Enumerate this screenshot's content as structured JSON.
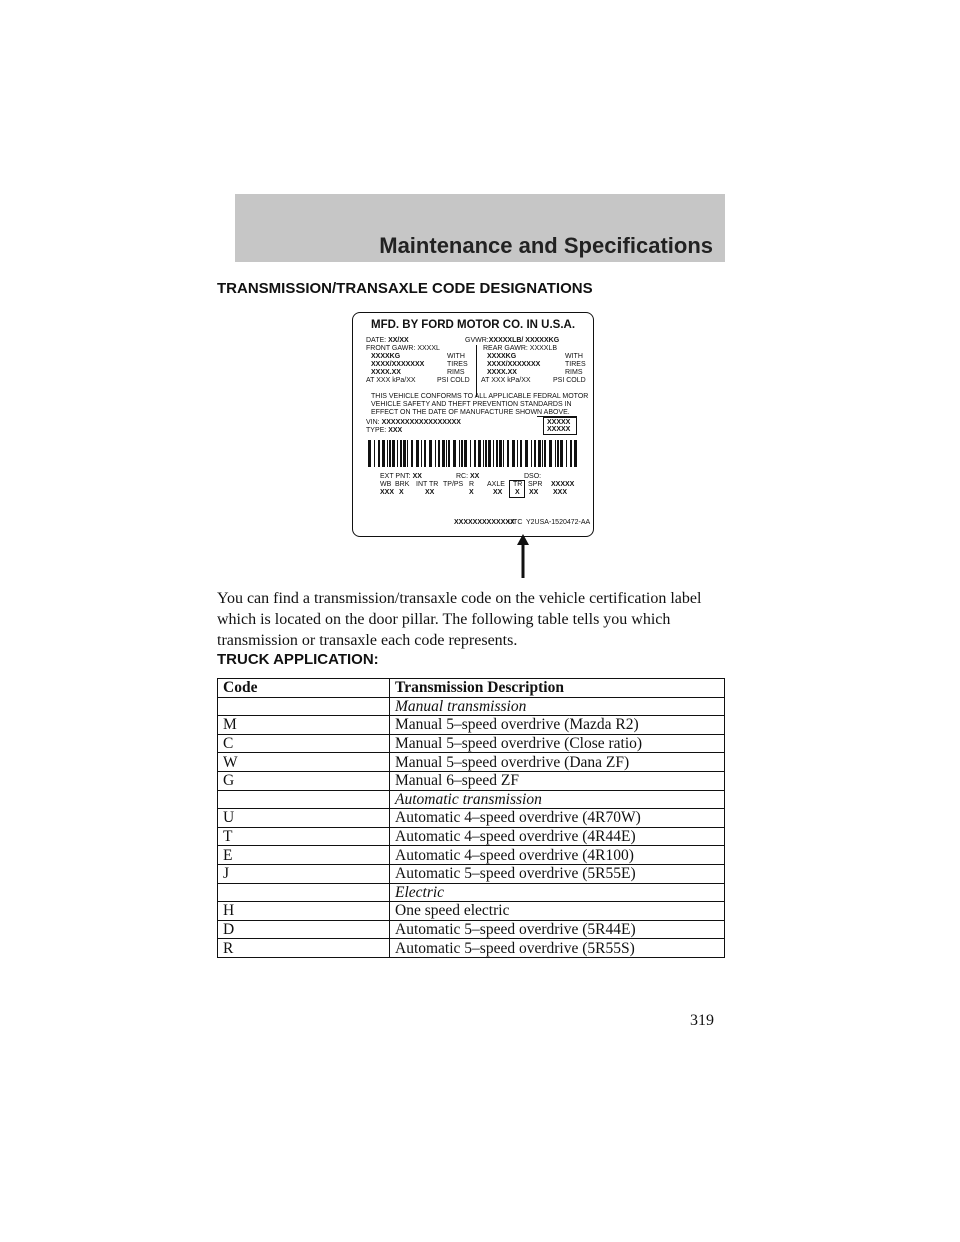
{
  "header": {
    "title": "Maintenance and Specifications"
  },
  "section_title": "TRANSMISSION/TRANSAXLE CODE DESIGNATIONS",
  "cert_label": {
    "title": "MFD. BY FORD MOTOR CO. IN U.S.A.",
    "date_label": "DATE:",
    "date_value": "XX/XX",
    "gvwr_label": "GVWR:",
    "gvwr_value": "XXXXXLB/ XXXXXKG",
    "front_gawr": "FRONT GAWR: XXXXL",
    "rear_gawr": "REAR GAWR: XXXXLB",
    "kg_left": "XXXXKG",
    "kg_right": "XXXXKG",
    "with": "WITH",
    "tires": "TIRES",
    "rims": "RIMS",
    "tire_left": "XXXX/XXXXXXX",
    "tire_right": "XXXX/XXXXXXX",
    "rim_left": "XXXX.XX",
    "rim_right": "XXXX.XX",
    "at_left": "AT  XXX  kPa/XX",
    "at_right": "AT  XXX  kPa/XX",
    "psi_cold": "PSI COLD",
    "conform_1": "THIS VEHICLE CONFORMS TO ALL APPLICABLE FEDRAL MOTOR",
    "conform_2": "VEHICLE SAFETY AND THEFT PREVENTION STANDARDS IN",
    "conform_3": "EFFECT ON THE DATE OF MANUFACTURE SHOWN ABOVE.",
    "vin_label": "VIN:",
    "vin_value": "XXXXXXXXXXXXXXXXX",
    "type_label": "TYPE:",
    "type_value": "XXX",
    "box_1": "XXXXX",
    "box_2": "XXXXX",
    "ext_pnt": "EXT PNT:",
    "ext_pnt_value": "XX",
    "rc": "RC:",
    "rc_value": "XX",
    "dso": "DSO:",
    "col_wb": "WB",
    "col_brk": "BRK",
    "col_int_tr": "INT TR",
    "col_tp_ps": "TP/PS",
    "col_r": "R",
    "col_axle": "AXLE",
    "col_tr": "TR",
    "col_spr": "SPR",
    "col_x5": "XXXXX",
    "val_wb": "XXX",
    "val_brk": "X",
    "val_int_tr": "XX",
    "val_r": "X",
    "val_axle": "XX",
    "val_tr": "X",
    "val_spr": "XX",
    "val_x5": "XXX",
    "serial": "XXXXXXXXXXXXX",
    "utc": "UTC",
    "part_no": "Y2USA-1520472-AA"
  },
  "paragraph": "You can find a transmission/transaxle code on the vehicle certification label which is located on the door pillar. The following table tells you which transmission or transaxle each code represents.",
  "truck_title": "TRUCK APPLICATION:",
  "table": {
    "headers": [
      "Code",
      "Transmission Description"
    ],
    "rows": [
      {
        "code": "",
        "desc": "Manual transmission",
        "sub": true
      },
      {
        "code": "M",
        "desc": "Manual 5–speed overdrive (Mazda R2)"
      },
      {
        "code": "C",
        "desc": "Manual 5–speed overdrive (Close ratio)"
      },
      {
        "code": "W",
        "desc": "Manual 5–speed overdrive (Dana ZF)"
      },
      {
        "code": "G",
        "desc": "Manual 6–speed ZF"
      },
      {
        "code": "",
        "desc": "Automatic transmission",
        "sub": true
      },
      {
        "code": "U",
        "desc": "Automatic 4–speed overdrive (4R70W)"
      },
      {
        "code": "T",
        "desc": "Automatic 4–speed overdrive (4R44E)"
      },
      {
        "code": "E",
        "desc": "Automatic 4–speed overdrive (4R100)"
      },
      {
        "code": "J",
        "desc": "Automatic 5–speed overdrive (5R55E)"
      },
      {
        "code": "",
        "desc": "Electric",
        "sub": true
      },
      {
        "code": "H",
        "desc": "One speed electric"
      },
      {
        "code": "D",
        "desc": "Automatic 5–speed overdrive (5R44E)"
      },
      {
        "code": "R",
        "desc": "Automatic 5–speed overdrive (5R55S)"
      }
    ]
  },
  "page_number": "319"
}
